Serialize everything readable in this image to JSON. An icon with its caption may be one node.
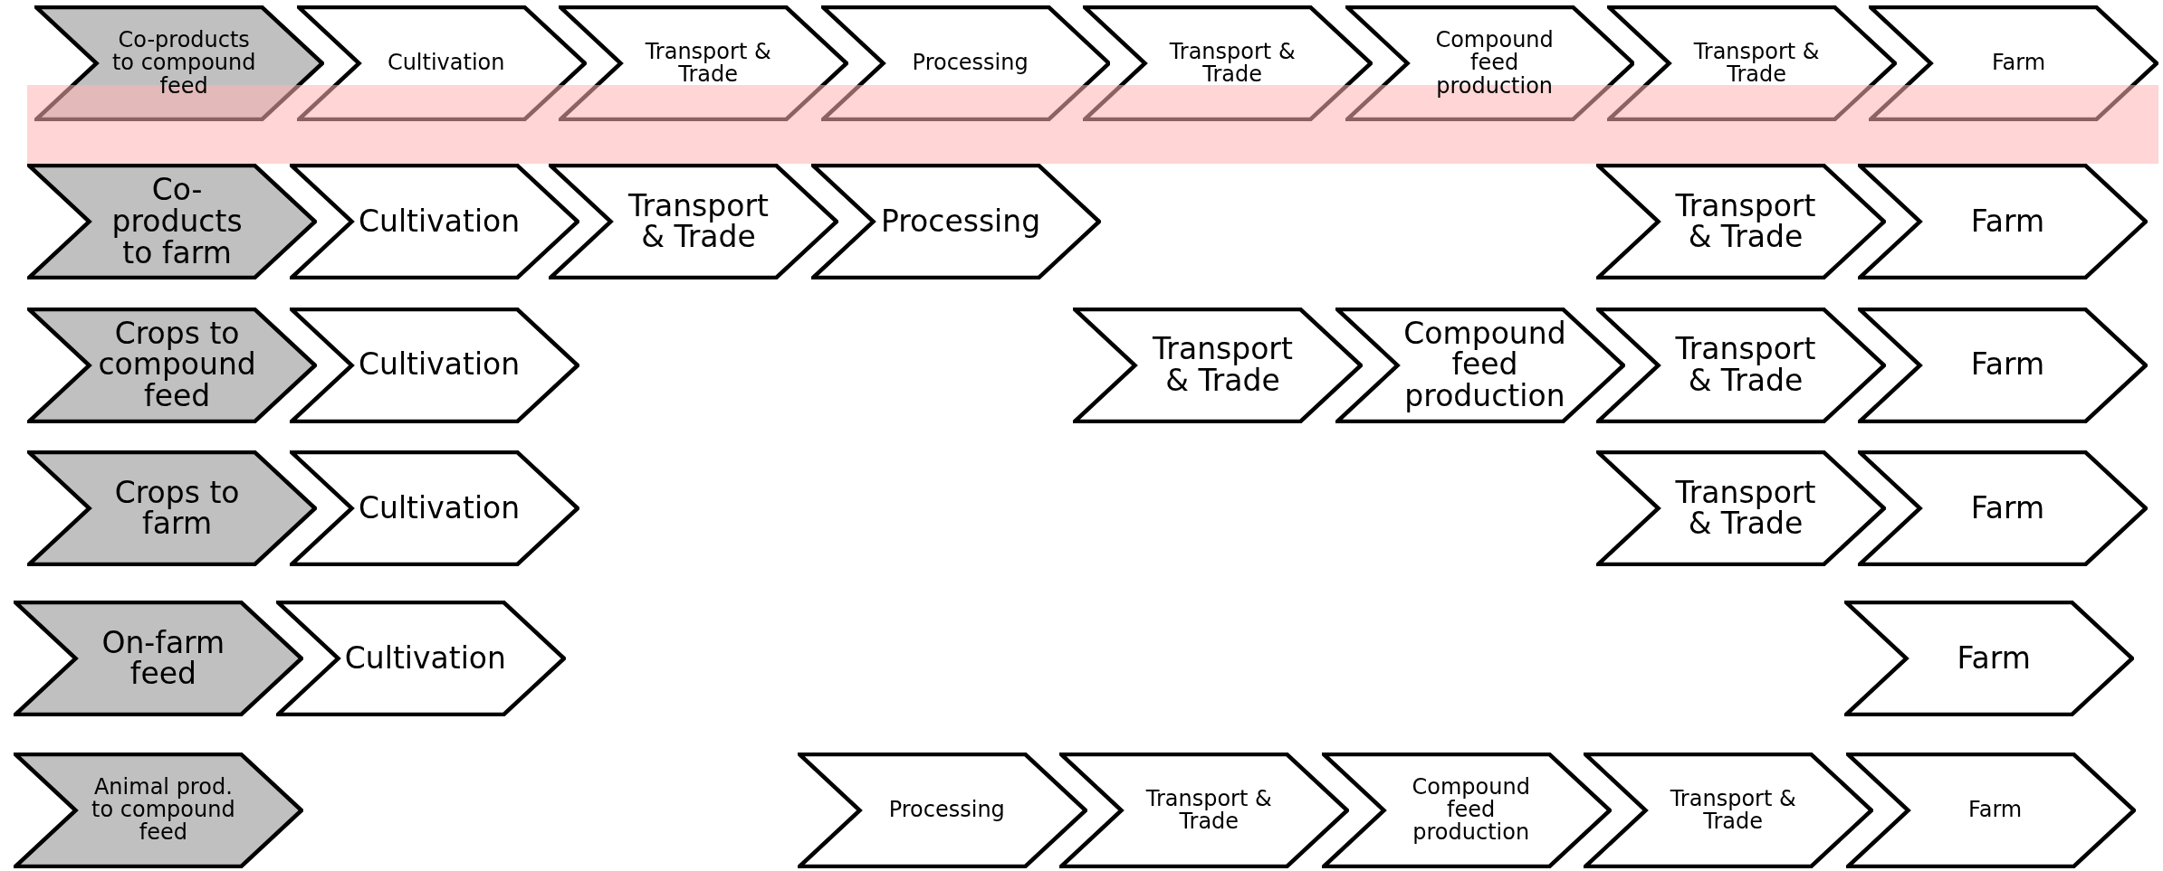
{
  "diagram": {
    "nodes": [
      {
        "text": [
          "Co-products to compound feed"
        ]
      },
      {
        "text": [
          "Cultivation"
        ]
      },
      {
        "text": [
          "Transport & Trade"
        ]
      },
      {
        "text": [
          "Processing"
        ]
      },
      {
        "text": [
          "Transport & Trade"
        ]
      },
      {
        "text": [
          "Compound feed production"
        ]
      },
      {
        "text": [
          "Transport & Trade"
        ]
      },
      {
        "text": [
          "Farm"
        ]
      },
      {
        "text": [
          "Co-products to farm"
        ]
      },
      {
        "text": [
          "Cultivation"
        ]
      },
      {
        "text": [
          "Transport & Trade"
        ]
      },
      {
        "text": [
          "Processing"
        ]
      },
      {
        "text": [
          "Transport & Trade"
        ]
      },
      {
        "text": [
          "Farm"
        ]
      },
      {
        "text": [
          "Crops to compound feed"
        ]
      },
      {
        "text": [
          "Cultivation"
        ]
      },
      {
        "text": [
          "Transport & Trade"
        ]
      },
      {
        "text": [
          "Compound feed production"
        ]
      },
      {
        "text": [
          "Transport & Trade"
        ]
      },
      {
        "text": [
          "Farm"
        ]
      },
      {
        "text": [
          "Crops to farm"
        ]
      },
      {
        "text": [
          "Cultivation"
        ]
      },
      {
        "text": [
          "Transport & Trade"
        ]
      },
      {
        "text": [
          "Farm"
        ]
      },
      {
        "text": [
          "On-farm feed"
        ]
      },
      {
        "text": [
          "Cultivation"
        ]
      },
      {
        "text": [
          "Farm"
        ]
      },
      {
        "text": [
          "Animal prod. to compound feed"
        ]
      },
      {
        "text": [
          "Processing"
        ]
      },
      {
        "text": [
          "Transport & Trade"
        ]
      },
      {
        "text": [
          "Compound feed production"
        ]
      },
      {
        "text": [
          "Transport & Trade"
        ]
      },
      {
        "text": [
          "Farm"
        ]
      }
    ]
  }
}
